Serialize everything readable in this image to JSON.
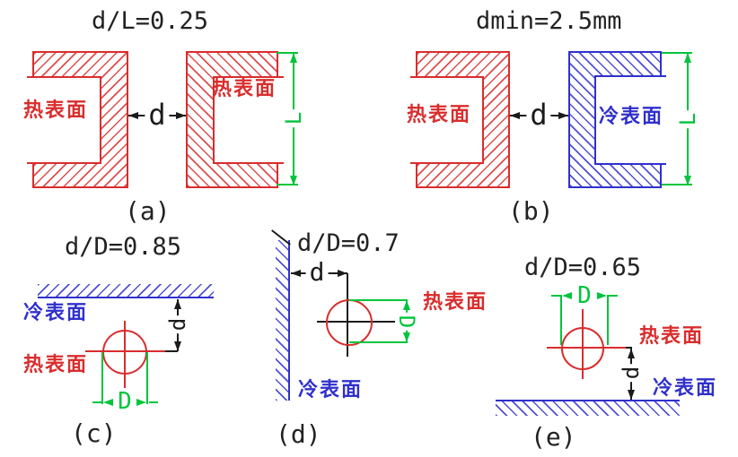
{
  "figure": {
    "background": "#ffffff"
  },
  "colors": {
    "hot_surface": "#d92d2d",
    "cold_surface": "#3030cd",
    "dimension_green": "#00c43c",
    "dimension_black": "#1b1b1b"
  },
  "panels": {
    "a": {
      "title": "d/L=0.25",
      "caption": "(a)",
      "left_block_label": "热表面",
      "right_block_label": "热表面",
      "gap_dim": "d",
      "height_dim": "L"
    },
    "b": {
      "title": "dmin=2.5mm",
      "caption": "(b)",
      "hot_label": "热表面",
      "cold_label": "冷表面",
      "gap_dim": "d",
      "height_dim": "L"
    },
    "c": {
      "title": "d/D=0.85",
      "caption": "(c)",
      "cold_label": "冷表面",
      "hot_label": "热表面",
      "gap_dim": "d",
      "diameter_dim": "D"
    },
    "d": {
      "title": "d/D=0.7",
      "caption": "(d)",
      "hot_label": "热表面",
      "cold_label": "冷表面",
      "gap_dim": "d",
      "diameter_dim": "D"
    },
    "e": {
      "title": "d/D=0.65",
      "caption": "(e)",
      "hot_label": "热表面",
      "cold_label": "冷表面",
      "gap_dim": "d",
      "diameter_dim": "D"
    }
  }
}
